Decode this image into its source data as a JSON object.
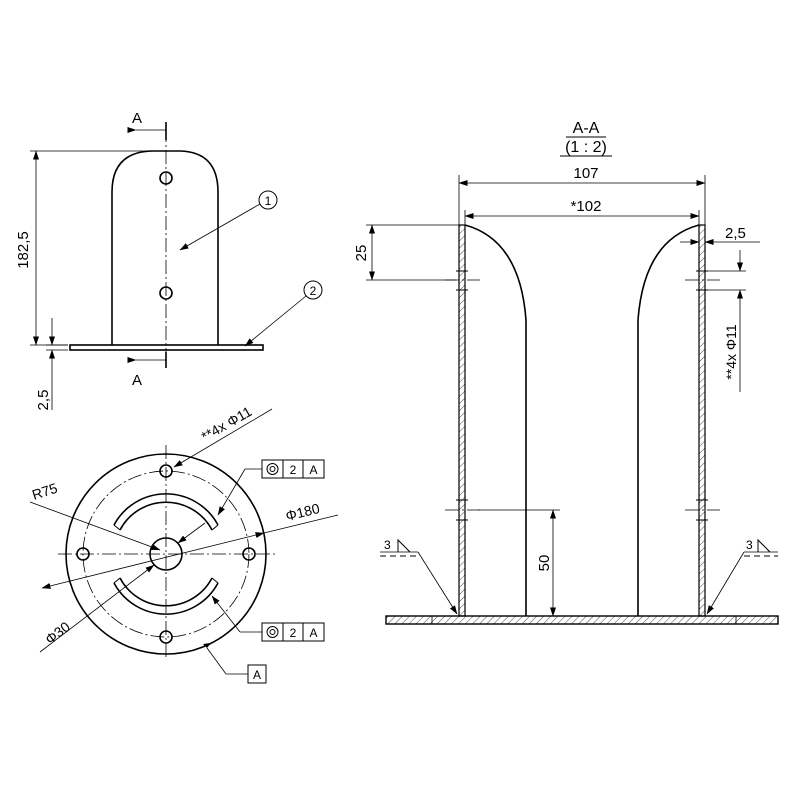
{
  "section": {
    "name": "A-A",
    "scale": "(1 : 2)"
  },
  "cut_marks": {
    "top": "A",
    "bottom": "A"
  },
  "balloons": {
    "one": "1",
    "two": "2"
  },
  "dims": {
    "height_total": "182,5",
    "plate_thickness": "2,5",
    "holes_top": "**4x Φ11",
    "bolt_circle": "R75",
    "outer_dia": "Φ180",
    "center_dia": "Φ30",
    "width_outer": "107",
    "width_inner": "*102",
    "top_curve": "25",
    "wall_thickness": "2,5",
    "holes_side": "**4x Φ11",
    "slot_height": "50"
  },
  "datum": {
    "label": "A"
  },
  "fcf": [
    {
      "symbol": "concentricity-icon",
      "tolerance": "2",
      "datum": "A"
    },
    {
      "symbol": "concentricity-icon",
      "tolerance": "2",
      "datum": "A"
    }
  ],
  "welds": [
    {
      "size": "3"
    },
    {
      "size": "3"
    }
  ],
  "colors": {
    "line": "#000000",
    "background": "#ffffff"
  }
}
